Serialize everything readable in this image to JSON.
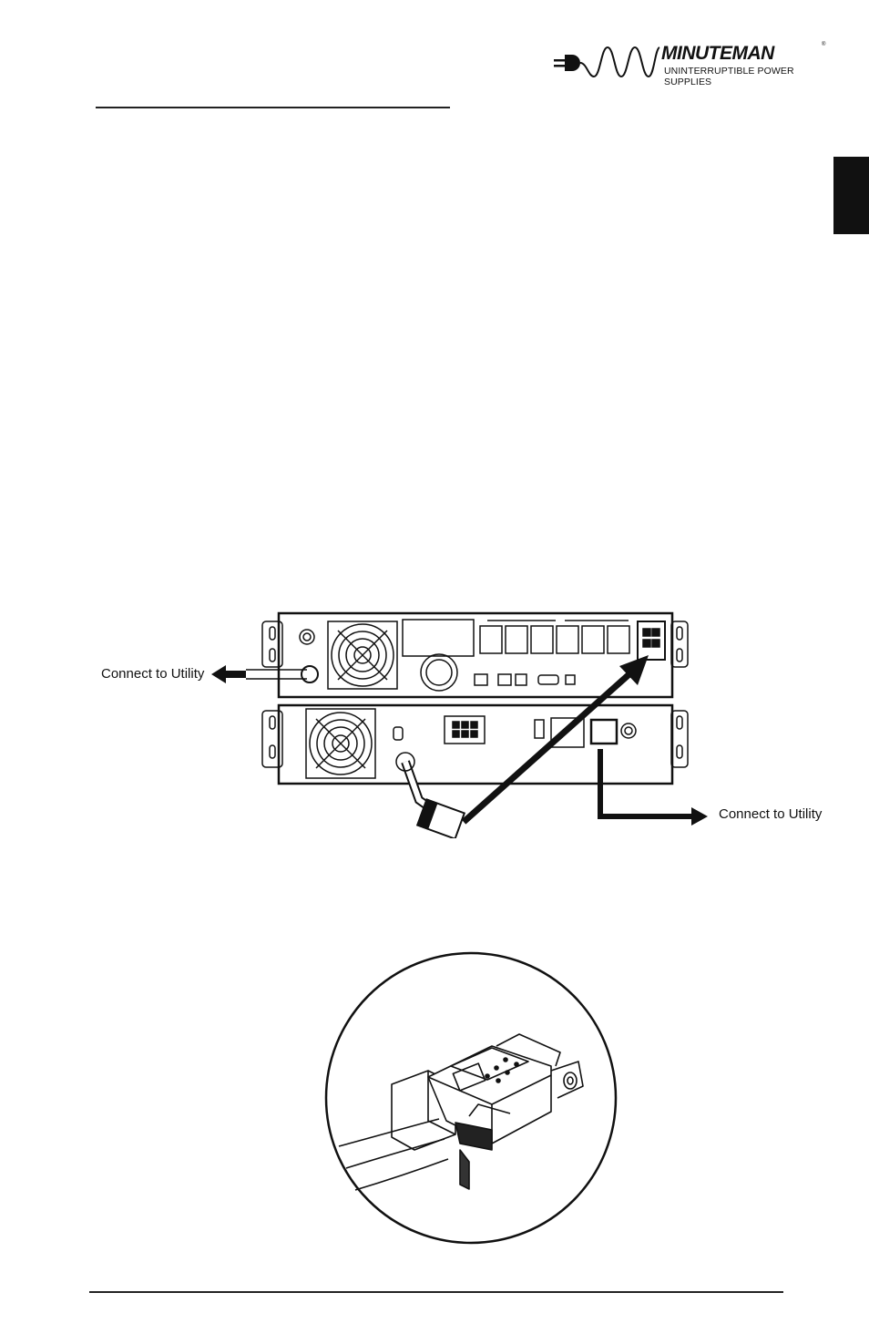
{
  "brand": {
    "name": "MINUTEMAN",
    "registered": "®",
    "tagline": "UNINTERRUPTIBLE POWER SUPPLIES"
  },
  "figure1": {
    "left_label": "Connect to Utility",
    "right_label": "Connect to Utility"
  },
  "colors": {
    "ink": "#111111",
    "tab": "#111111"
  }
}
